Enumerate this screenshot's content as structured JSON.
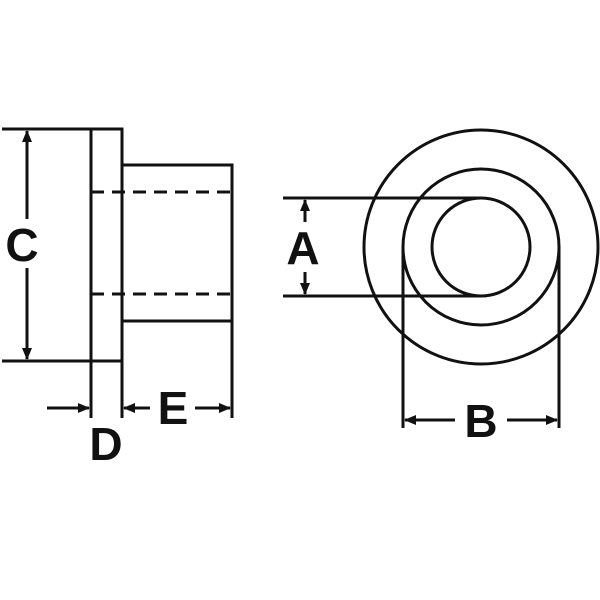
{
  "diagram": {
    "labels": {
      "a": "A",
      "b": "B",
      "c": "C",
      "d": "D",
      "e": "E"
    },
    "colors": {
      "ink": "#111111",
      "background": "#ffffff"
    }
  }
}
